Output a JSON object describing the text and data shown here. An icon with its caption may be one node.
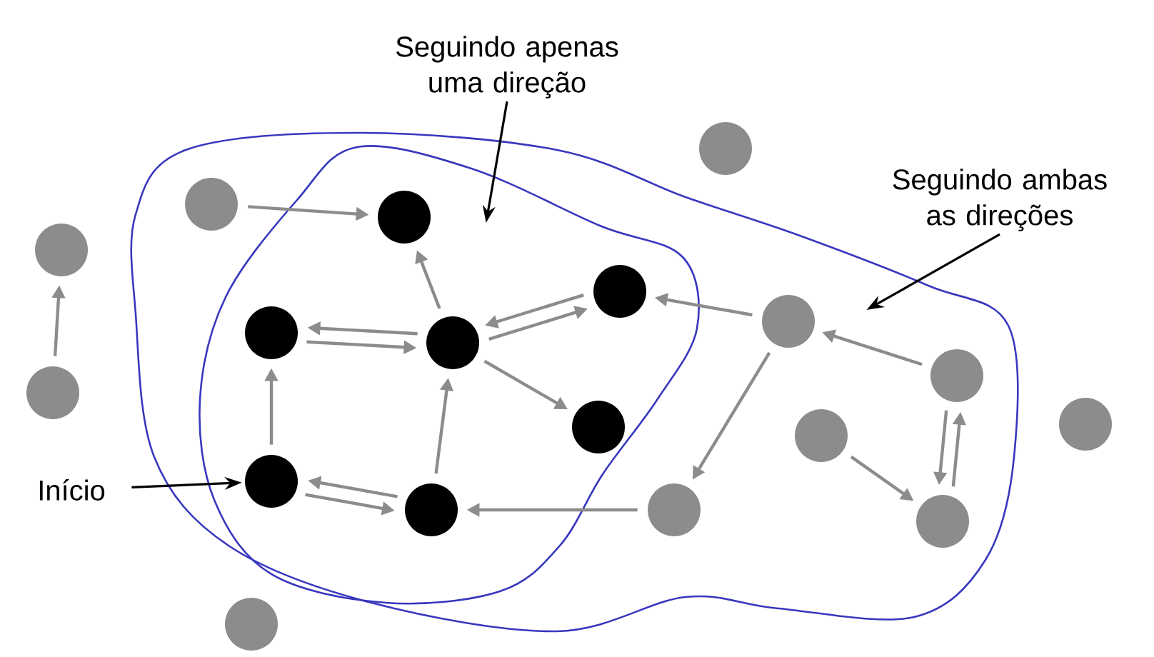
{
  "diagram": {
    "nodes": [
      {
        "text": [
          "Seguindo apenas uma direção"
        ]
      },
      {
        "text": [],
        "shape": "cloud"
      },
      {
        "text": [],
        "shape": "cloud",
        "in": 1
      },
      {
        "text": [
          "Seguindo ambas as direções"
        ]
      },
      {
        "text": [
          "Início"
        ]
      },
      {
        "text": [],
        "shape": "circle",
        "in": 1
      },
      {
        "text": [],
        "shape": "circle",
        "in": 2
      },
      {
        "text": [],
        "shape": "circle",
        "in": 2
      },
      {
        "text": [],
        "shape": "circle",
        "in": 2
      },
      {
        "text": [],
        "shape": "circle",
        "in": 2
      },
      {
        "text": [],
        "shape": "circle",
        "in": 2
      },
      {
        "text": [],
        "shape": "circle",
        "in": 2
      },
      {
        "text": [],
        "shape": "circle",
        "in": 2
      },
      {
        "text": [],
        "shape": "circle",
        "in": 1
      },
      {
        "text": [],
        "shape": "circle",
        "in": 1
      },
      {
        "text": [],
        "shape": "circle",
        "in": 1
      },
      {
        "text": [],
        "shape": "circle",
        "in": 1
      },
      {
        "text": [],
        "shape": "circle",
        "in": 1
      },
      {
        "text": [],
        "shape": "circle"
      },
      {
        "text": [],
        "shape": "circle"
      },
      {
        "text": [],
        "shape": "circle"
      },
      {
        "text": [],
        "shape": "circle"
      },
      {
        "text": [],
        "shape": "circle"
      }
    ],
    "edges": [
      {
        "from": 0,
        "to": 2,
        "arrow": "to",
        "color": "#000000"
      },
      {
        "from": 3,
        "to": 1,
        "arrow": "to",
        "color": "#000000"
      },
      {
        "from": 4,
        "to": 11,
        "arrow": "to",
        "color": "#000000"
      },
      {
        "from": 19,
        "to": 18,
        "arrow": "to"
      },
      {
        "from": 5,
        "to": 6,
        "arrow": "to"
      },
      {
        "from": 8,
        "to": 6,
        "arrow": "to"
      },
      {
        "from": 8,
        "to": 7,
        "arrow": "to"
      },
      {
        "from": 7,
        "to": 8,
        "arrow": "to"
      },
      {
        "from": 8,
        "to": 9,
        "arrow": "to"
      },
      {
        "from": 9,
        "to": 8,
        "arrow": "to"
      },
      {
        "from": 8,
        "to": 10,
        "arrow": "to"
      },
      {
        "from": 11,
        "to": 7,
        "arrow": "to"
      },
      {
        "from": 12,
        "to": 8,
        "arrow": "to"
      },
      {
        "from": 12,
        "to": 11,
        "arrow": "to"
      },
      {
        "from": 11,
        "to": 12,
        "arrow": "to"
      },
      {
        "from": 17,
        "to": 12,
        "arrow": "to"
      },
      {
        "from": 13,
        "to": 9,
        "arrow": "to"
      },
      {
        "from": 14,
        "to": 13,
        "arrow": "to"
      },
      {
        "from": 13,
        "to": 17,
        "arrow": "to"
      },
      {
        "from": 14,
        "to": 16,
        "arrow": "to"
      },
      {
        "from": 16,
        "to": 14,
        "arrow": "to"
      },
      {
        "from": 15,
        "to": 16,
        "arrow": "to"
      }
    ]
  }
}
